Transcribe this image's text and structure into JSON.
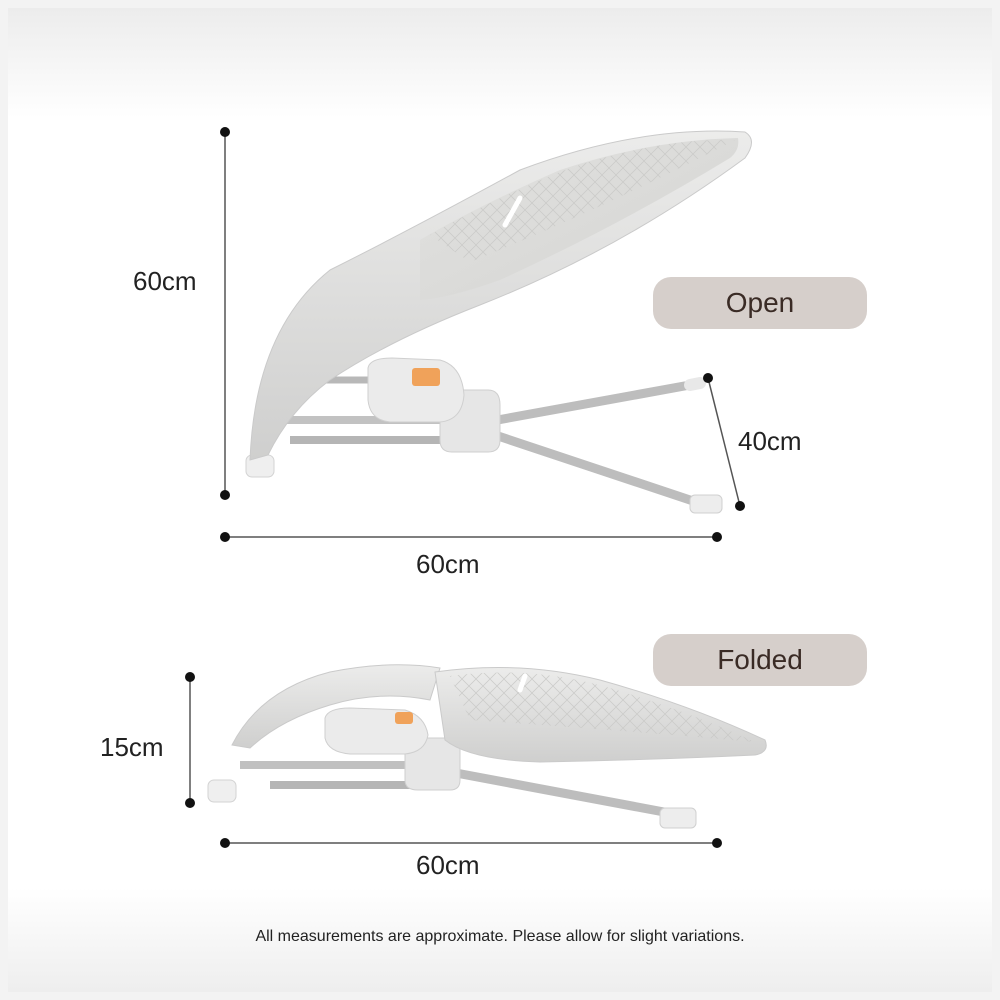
{
  "open": {
    "state_label": "Open",
    "height_label": "60cm",
    "depth_label": "40cm",
    "width_label": "60cm"
  },
  "folded": {
    "state_label": "Folded",
    "height_label": "15cm",
    "width_label": "60cm"
  },
  "footer_note": "All measurements are approximate. Please allow for slight variations."
}
